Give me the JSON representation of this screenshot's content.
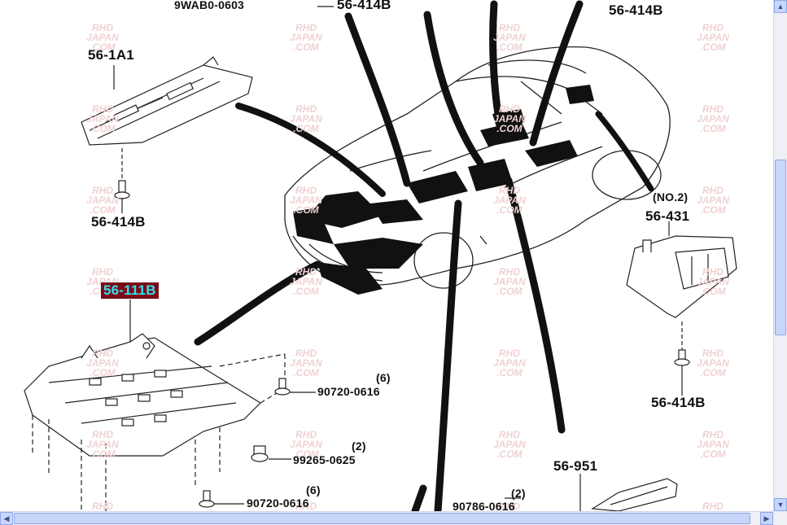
{
  "labels": {
    "top_ref": "9WAB0-0603",
    "p56_414b_top": "56-414B",
    "p56_414b_right": "56-414B",
    "p56_1a1": "56-1A1",
    "p56_414b_left": "56-414B",
    "no2": "(NO.2)",
    "p56_431": "56-431",
    "p56_414b_lowright": "56-414B",
    "p56_111b": "56-111B",
    "qty_6a": "(6)",
    "p90720_a": "90720-0616",
    "qty_2a": "(2)",
    "p99265": "99265-0625",
    "qty_6b": "(6)",
    "p90720_b": "90720-0616",
    "qty_2b": "(2)",
    "p90786": "90786-0616",
    "p56_951": "56-951"
  },
  "watermark": {
    "line1": "RHD",
    "line2": "JAPAN",
    "line3": ".COM"
  },
  "colors": {
    "highlight_bg": "#7a0b16",
    "highlight_text": "#34e0f0",
    "watermark": "#f0d2d2",
    "scroll_thumb": "#c7d6fa"
  },
  "scrollbar_icons": {
    "up": "arrow-up-icon",
    "down": "arrow-down-icon",
    "left": "arrow-left-icon",
    "right": "arrow-right-icon"
  }
}
